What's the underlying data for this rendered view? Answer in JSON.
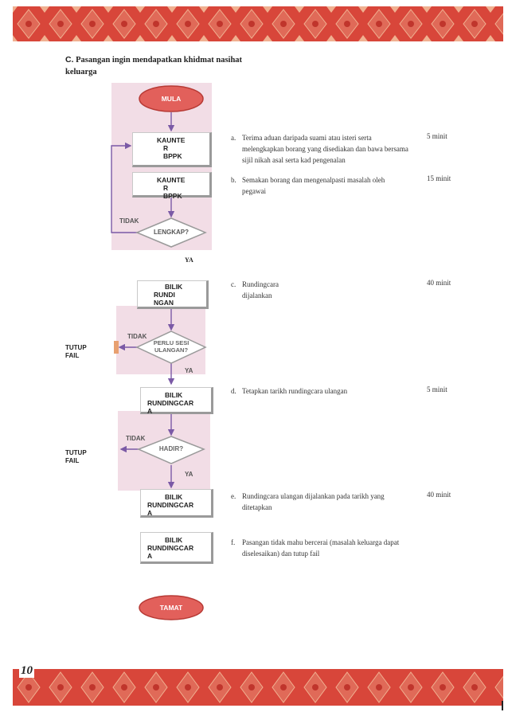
{
  "page": {
    "number": "10"
  },
  "heading": {
    "letter": "C.",
    "text": "Pasangan ingin mendapatkan khidmat nasihat keluarga"
  },
  "flow": {
    "start": "MULA",
    "end": "TAMAT",
    "box1": [
      "KAUNTE",
      "R",
      "BPPK"
    ],
    "box2": [
      "KAUNTE",
      "R",
      "BPPK"
    ],
    "box3": [
      "BILIK",
      "RUNDI",
      "NGAN"
    ],
    "box4": [
      "BILIK",
      "RUNDINGCAR",
      "A"
    ],
    "box5": [
      "BILIK",
      "RUNDINGCAR",
      "A"
    ],
    "box6": [
      "BILIK",
      "RUNDINGCAR",
      "A"
    ],
    "decision1": "LENGKAP?",
    "decision2": [
      "PERLU SESI",
      "ULANGAN?"
    ],
    "decision3": "HADIR?",
    "tidak": "TIDAK",
    "ya": "YA",
    "ya_mid": "YA",
    "tutup_fail": [
      "TUTUP",
      "FAIL"
    ]
  },
  "steps": [
    {
      "letter": "a.",
      "text": "Terima aduan daripada suami atau isteri serta melengkapkan borang yang disediakan dan bawa bersama sijil nikah asal serta kad pengenalan",
      "duration": "5 minit"
    },
    {
      "letter": "b.",
      "text": "Semakan borang dan mengenalpasti masalah oleh pegawai",
      "duration": "15 minit"
    },
    {
      "letter": "c.",
      "text": "Rundingcara dijalankan",
      "duration": "40 minit"
    },
    {
      "letter": "d.",
      "text": "Tetapkan tarikh rundingcara ulangan",
      "duration": "5 minit"
    },
    {
      "letter": "e.",
      "text": "Rundingcara ulangan dijalankan pada tarikh yang ditetapkan",
      "duration": "40 minit"
    },
    {
      "letter": "f.",
      "text": "Pasangan tidak mahu bercerai (masalah keluarga dapat diselesaikan) dan tutup fail",
      "duration": ""
    }
  ],
  "colors": {
    "band": "#d8463a",
    "flow_bg": "#f2dde6",
    "terminal": "#e2605b",
    "arrow": "#7b5aa6"
  }
}
